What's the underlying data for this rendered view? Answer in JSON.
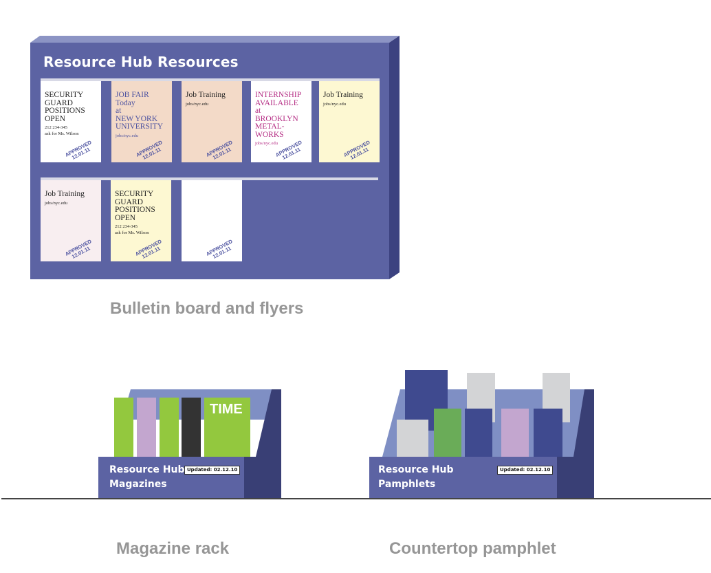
{
  "board": {
    "title": "Resource Hub Resources",
    "caption": "Bulletin board and flyers",
    "flyers": [
      {
        "head": "SECURITY\nGUARD\nPOSITIONS\nOPEN",
        "small": "212 234-345\nask for Ms. Wilson",
        "stamp": "APPROVED\n12.01.11",
        "bg": "#ffffff",
        "color": "#222222"
      },
      {
        "head": "JOB FAIR\nToday\nat\nNEW YORK\nUNIVERSITY",
        "small": "jobs/nyc.edu",
        "stamp": "APPROVED\n12.01.11",
        "bg": "#f3dac8",
        "color": "#4c52a0"
      },
      {
        "head": "Job Training",
        "small": "jobs/nyc.edu",
        "stamp": "APPROVED\n12.01.11",
        "bg": "#f3dac8",
        "color": "#222222"
      },
      {
        "head": "INTERNSHIP\nAVAILABLE\nat\nBROOKLYN\nMETAL-\nWORKS",
        "small": "jobs/nyc.edu",
        "stamp": "APPROVED\n12.01.11",
        "bg": "#ffffff",
        "color": "#b52d84"
      },
      {
        "head": "Job Training",
        "small": "jobs/nyc.edu",
        "stamp": "APPROVED\n12.01.11",
        "bg": "#fdf8d2",
        "color": "#222222"
      },
      {
        "head": "Job Training",
        "small": "jobs/nyc.edu",
        "stamp": "APPROVED\n12.01.11",
        "bg": "#f8eef0",
        "color": "#222222"
      },
      {
        "head": "SECURITY\nGUARD\nPOSITIONS\nOPEN",
        "small": "212 234-345\nask for Ms. Wilson",
        "stamp": "APPROVED\n12.01.11",
        "bg": "#fdf8d2",
        "color": "#222222"
      },
      {
        "head": "",
        "small": "",
        "stamp": "APPROVED\n12.01.11",
        "bg": "#ffffff",
        "color": "#222222"
      }
    ]
  },
  "magazine_rack": {
    "caption": "Magazine rack",
    "label": "Resource Hub\nMagazines",
    "updated": "Updated: 02.12.10",
    "magazine_title": "TIME"
  },
  "pamphlet_rack": {
    "caption": "Countertop pamphlet",
    "label": "Resource Hub\nPamphlets",
    "updated": "Updated: 02.12.10"
  },
  "colors": {
    "board": "#5c63a3",
    "board_side": "#3c4280",
    "board_top": "#8c94c4",
    "rack_back": "#7f8fc4",
    "rack_front": "#5c63a3",
    "rack_side": "#393f75",
    "green": "#93c83e",
    "lavender": "#c3a6cf",
    "dark": "#333333",
    "navy": "#3f4a8f",
    "gray": "#d3d4d6",
    "dark_green": "#6aac58",
    "caption": "#969696",
    "floor": "#444444"
  }
}
